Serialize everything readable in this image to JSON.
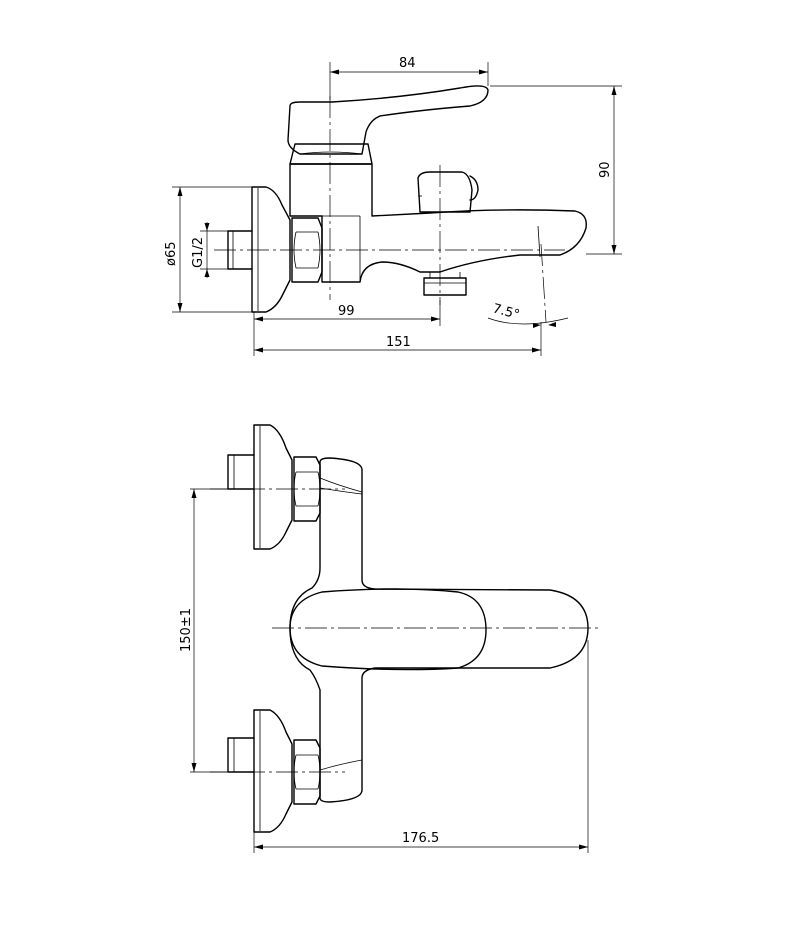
{
  "dimensions": {
    "width_84": "84",
    "height_90": "90",
    "diameter_65": "ø65",
    "thread": "G1/2",
    "length_99": "99",
    "length_151": "151",
    "angle": "7.5°",
    "spacing": "150±1",
    "length_176": "176.5"
  }
}
